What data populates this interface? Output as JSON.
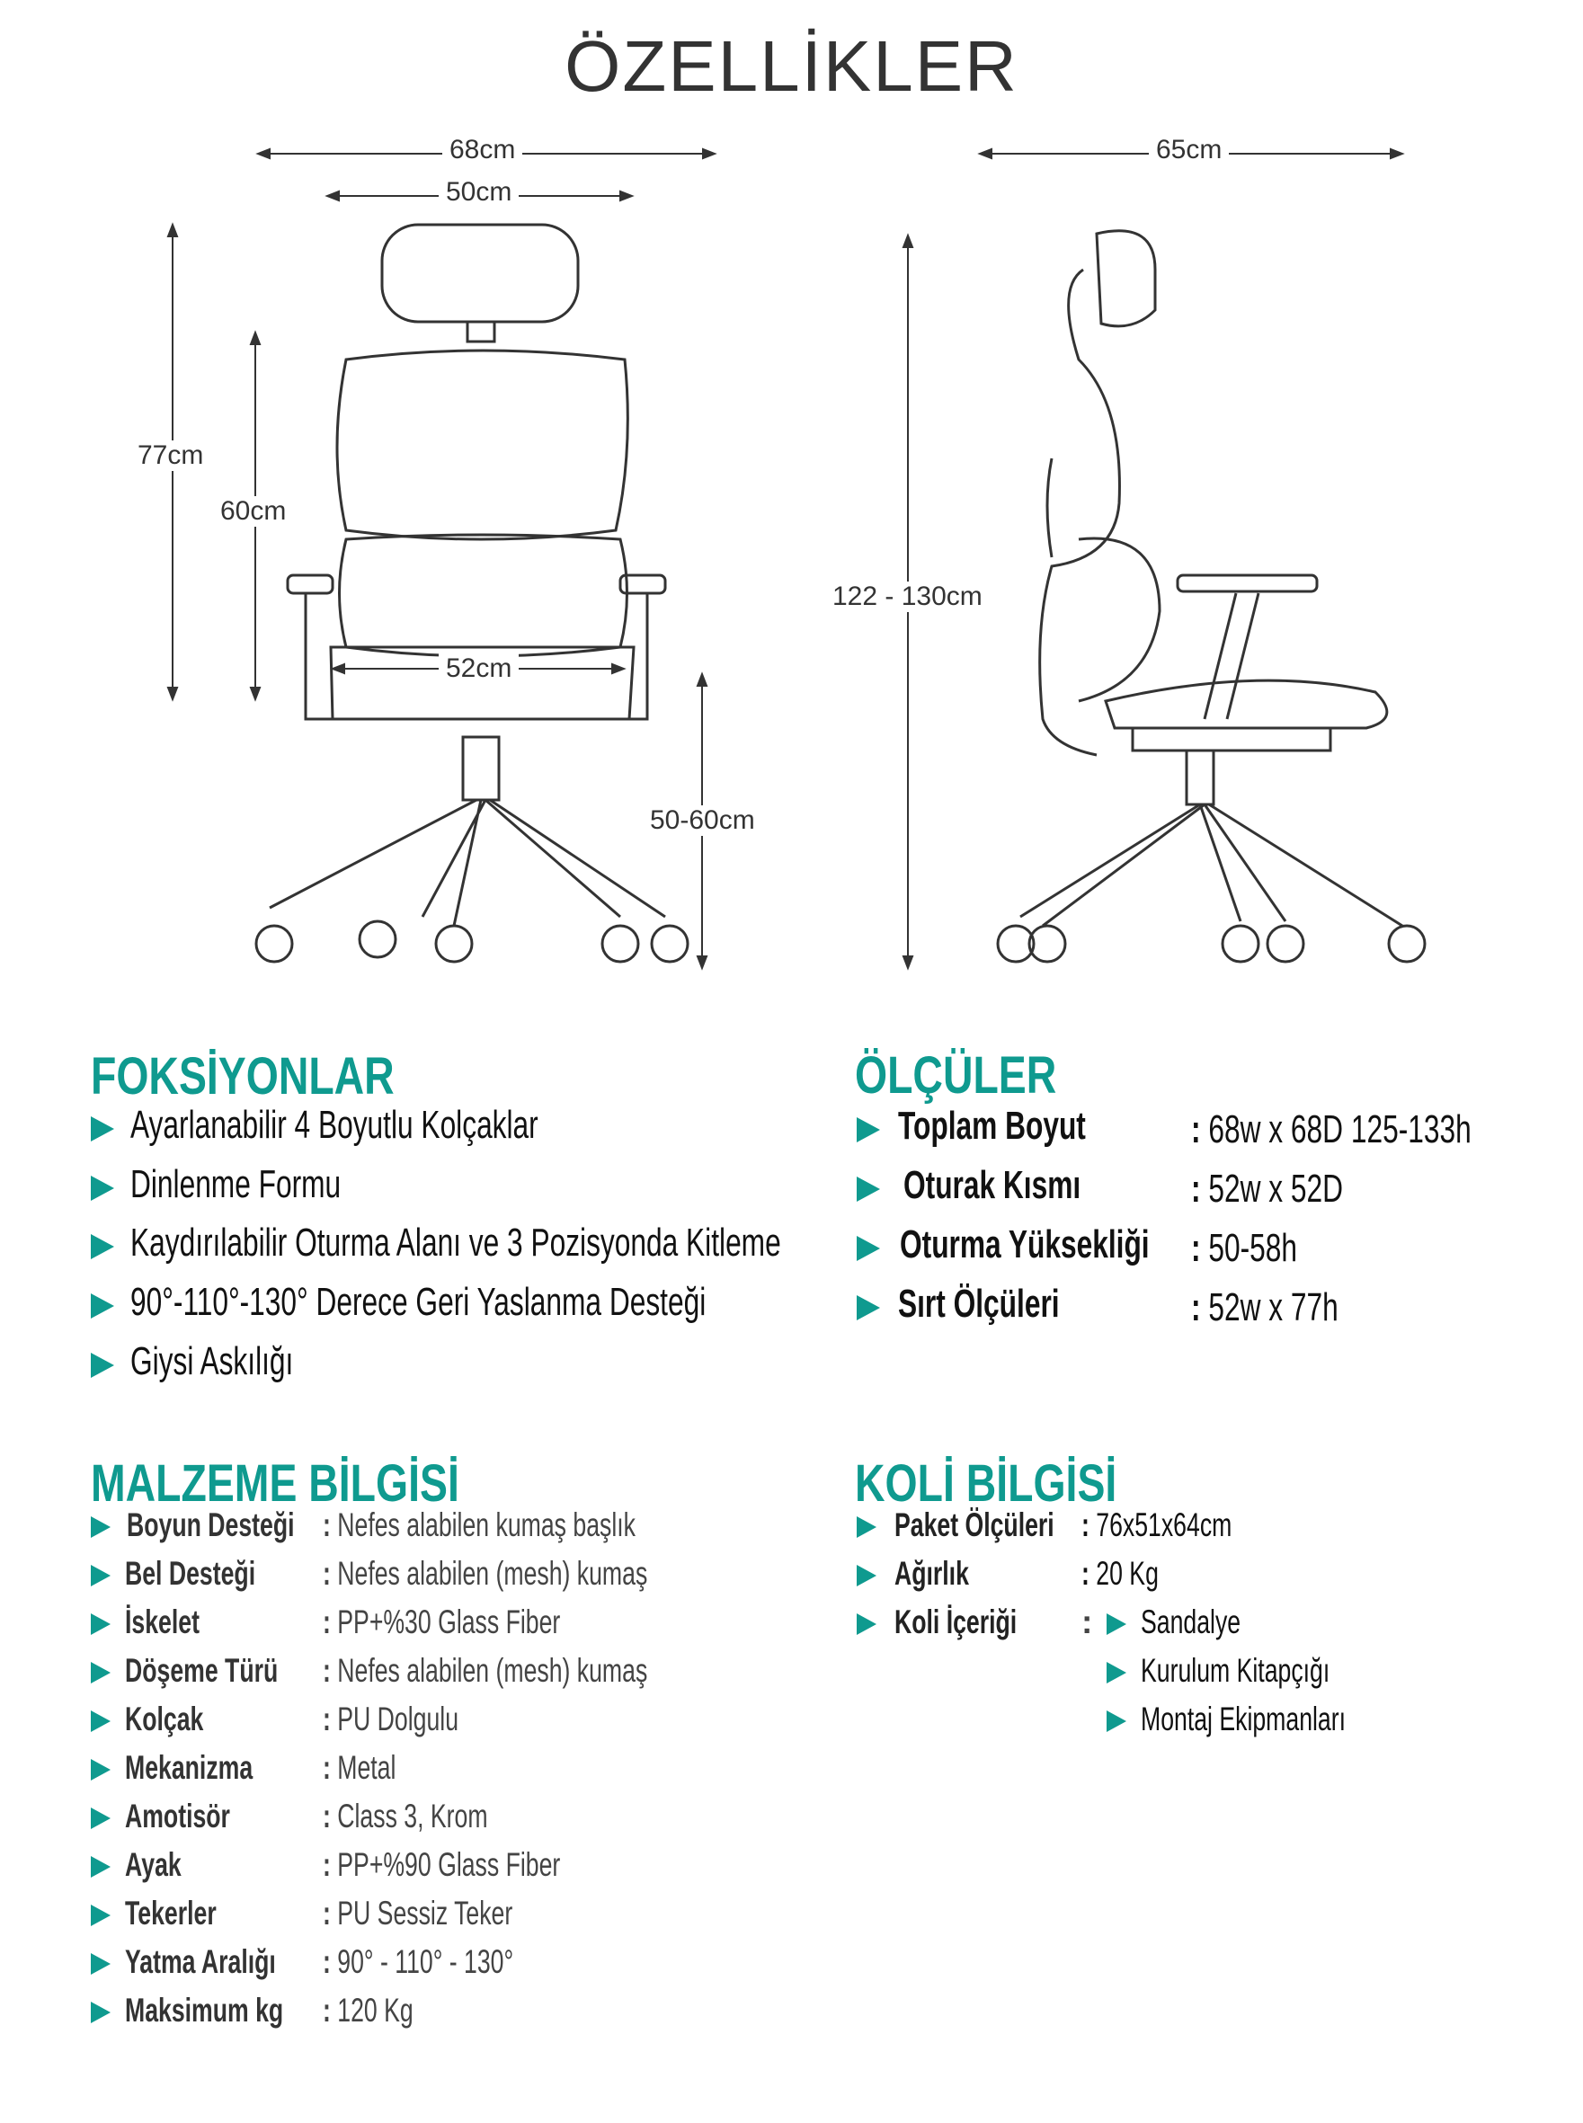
{
  "title": "ÖZELLİKLER",
  "dimensions": {
    "front_overall_width": "68cm",
    "front_back_width": "50cm",
    "back_height": "77cm",
    "backrest_height": "60cm",
    "seat_width": "52cm",
    "seat_height": "50-60cm",
    "side_depth": "65cm",
    "side_total_height": "122 - 130cm"
  },
  "features": {
    "heading": "FOKSİYONLAR",
    "items": [
      "Ayarlanabilir 4 Boyutlu Kolçaklar",
      "Dinlenme Formu",
      "Kaydırılabilir Oturma Alanı ve 3 Pozisyonda Kitleme",
      "90°-110°-130° Derece Geri Yaslanma Desteği",
      "Giysi Askılığı"
    ]
  },
  "measurements": {
    "heading": "ÖLÇÜLER",
    "rows": [
      {
        "label": "Toplam Boyut",
        "value": "68w x 68D 125-133h"
      },
      {
        "label": "Oturak  Kısmı",
        "value": "52w x 52D"
      },
      {
        "label": "Oturma Yüksekliği",
        "value": "50-58h"
      },
      {
        "label": "Sırt Ölçüleri",
        "value": "52w x 77h"
      }
    ]
  },
  "materials": {
    "heading": "MALZEME BİLGİSİ",
    "rows": [
      {
        "label": "Boyun Desteği",
        "value": "Nefes alabilen kumaş başlık"
      },
      {
        "label": "Bel Desteği",
        "value": "Nefes alabilen (mesh) kumaş"
      },
      {
        "label": "İskelet",
        "value": "PP+%30 Glass Fiber"
      },
      {
        "label": "Döşeme Türü",
        "value": "Nefes alabilen (mesh) kumaş"
      },
      {
        "label": "Kolçak",
        "value": "PU Dolgulu"
      },
      {
        "label": "Mekanizma",
        "value": "Metal"
      },
      {
        "label": "Amotisör",
        "value": "Class 3, Krom"
      },
      {
        "label": "Ayak",
        "value": "PP+%90 Glass Fiber"
      },
      {
        "label": "Tekerler",
        "value": "PU Sessiz Teker"
      },
      {
        "label": "Yatma Aralığı",
        "value": "90° - 110° - 130°"
      },
      {
        "label": "Maksimum kg",
        "value": "120 Kg"
      }
    ]
  },
  "package": {
    "heading": "KOLİ BİLGİSİ",
    "rows": [
      {
        "label": "Paket Ölçüleri",
        "value": "76x51x64cm"
      },
      {
        "label": "Ağırlık",
        "value": "20 Kg"
      },
      {
        "label": "Koli İçeriği",
        "items": [
          "Sandalye",
          "Kurulum Kitapçığı",
          "Montaj Ekipmanları"
        ]
      }
    ]
  },
  "colors": {
    "accent": "#0f9a8f",
    "text": "#222222"
  }
}
